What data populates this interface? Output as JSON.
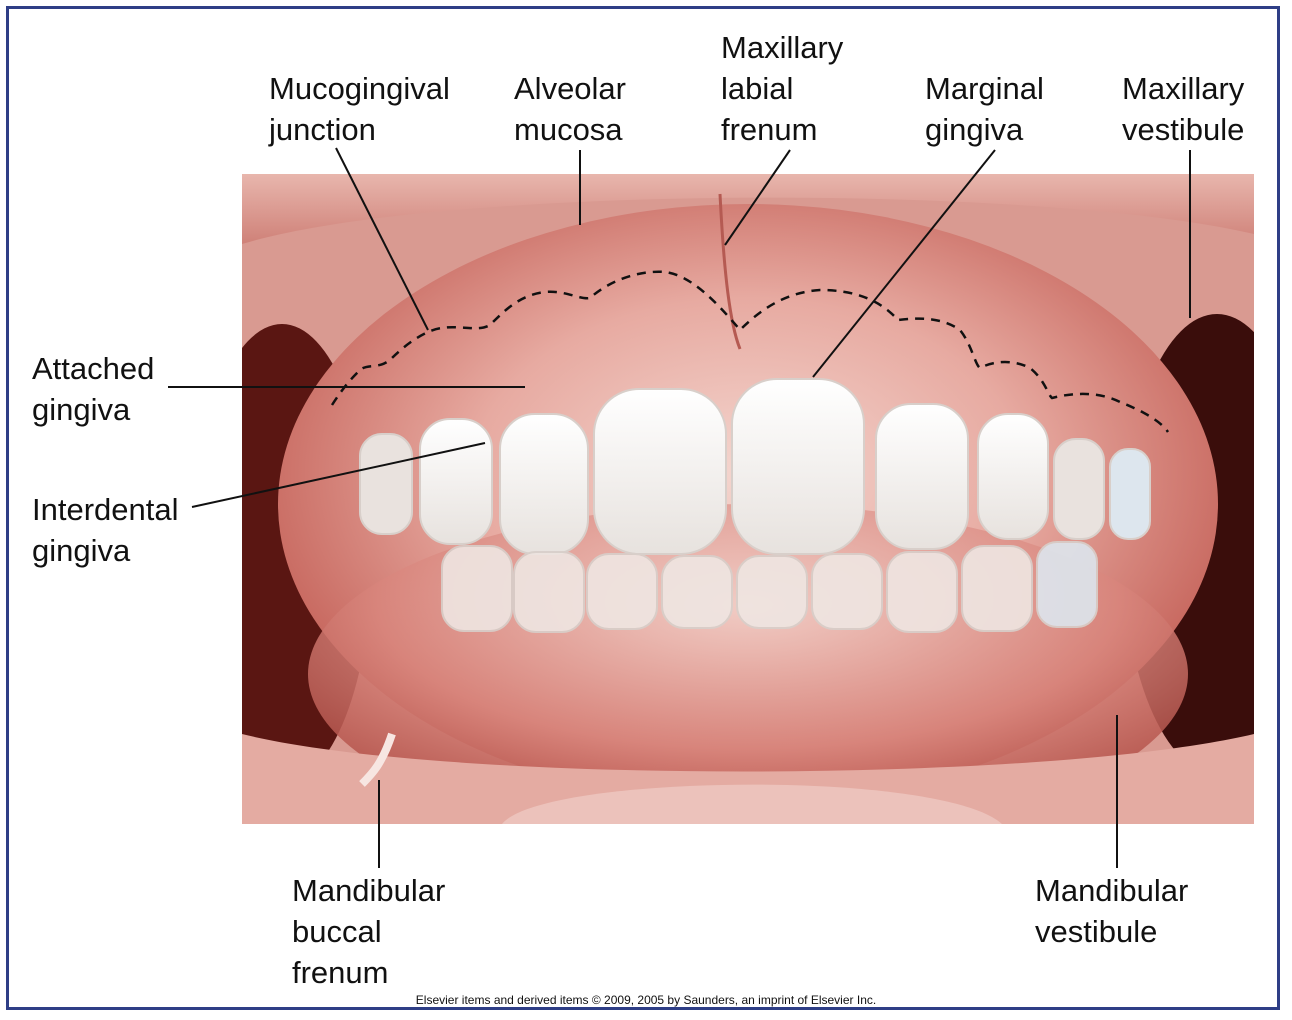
{
  "labels": {
    "mucogingival_junction": "Mucogingival\njunction",
    "alveolar_mucosa": "Alveolar\nmucosa",
    "maxillary_labial_frenum": "Maxillary\nlabial\nfrenum",
    "marginal_gingiva": "Marginal\ngingiva",
    "maxillary_vestibule": "Maxillary\nvestibule",
    "attached_gingiva": "Attached\ngingiva",
    "interdental_gingiva": "Interdental\ngingiva",
    "mandibular_buccal_frenum": "Mandibular\nbuccal\nfrenum",
    "mandibular_vestibule": "Mandibular\nvestibule"
  },
  "credit": "Elsevier items and derived items © 2009, 2005 by Saunders, an imprint of Elsevier Inc.",
  "colors": {
    "border": "#2e3e86",
    "gum": "#d98a83",
    "gum_dark": "#a8443c",
    "mouth_dark": "#3a0d0b",
    "tooth": "#f5f3f1"
  }
}
